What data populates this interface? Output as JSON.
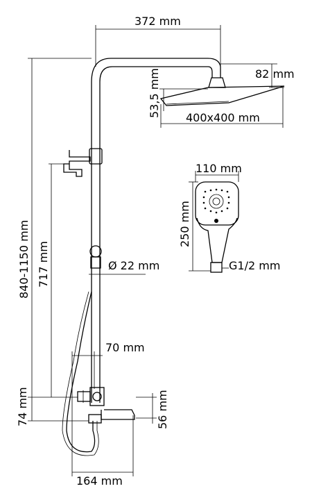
{
  "dimensions": {
    "arm_length": "372 mm",
    "head_drop": "82 mm",
    "head_thickness": "53,5 mm",
    "head_size": "400x400 mm",
    "handshower_width": "110 mm",
    "handshower_length": "250 mm",
    "connection_thread": "G1/2 mm",
    "pipe_diameter": "Ø 22 mm",
    "total_height": "840-1150 mm",
    "holder_height": "717 mm",
    "mixer_offset": "70 mm",
    "bottom_height": "74 mm",
    "spout_height": "56 mm",
    "spout_reach": "164 mm"
  }
}
